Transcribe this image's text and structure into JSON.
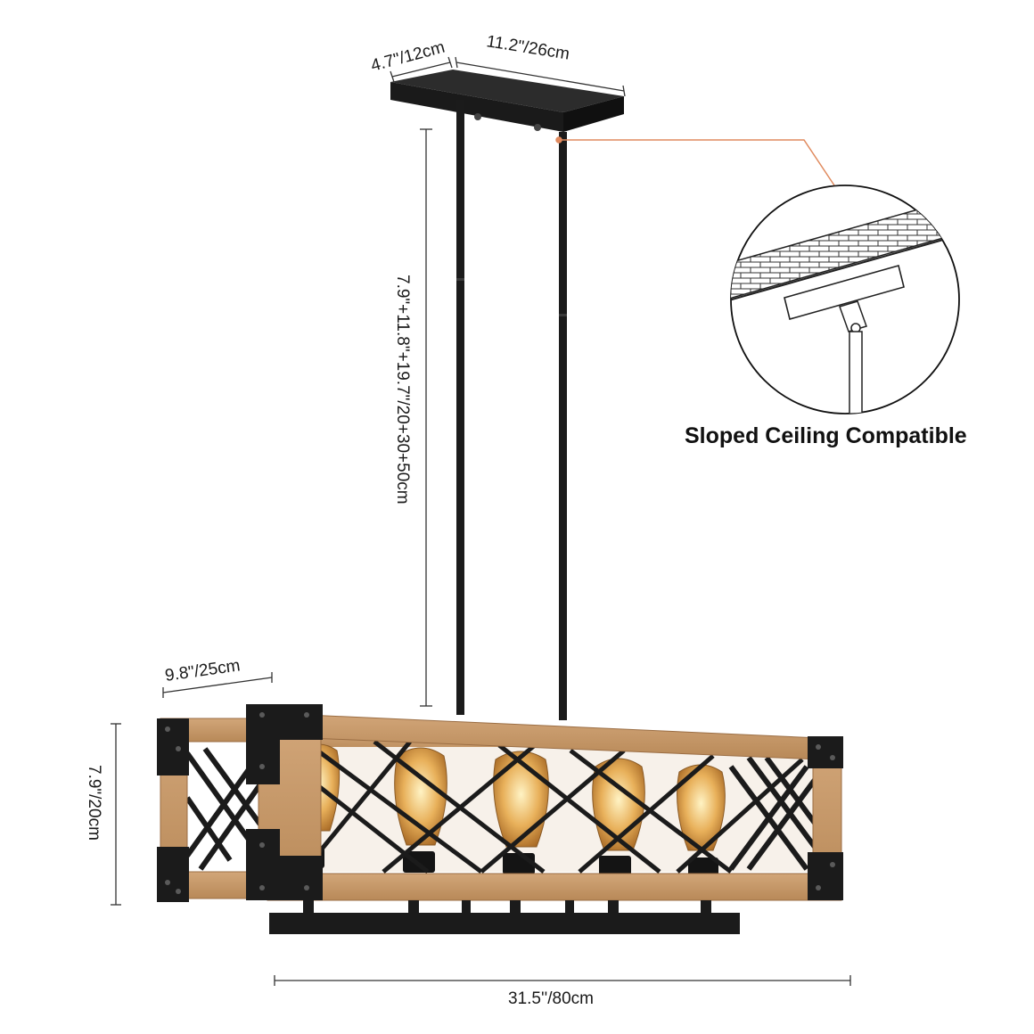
{
  "dimensions": {
    "canopy_depth": "4.7\"/12cm",
    "canopy_width": "11.2\"/26cm",
    "rod_length": "7.9\"+11.8\"+19.7\"/20+30+50cm",
    "body_depth": "9.8\"/25cm",
    "body_height": "7.9\"/20cm",
    "body_length": "31.5''/80cm"
  },
  "callout": {
    "title": "Sloped Ceiling Compatible"
  },
  "colors": {
    "metal": "#1b1b1b",
    "wood": "#c79a6c",
    "wood_dark": "#a87b50",
    "glow": "#f2c26b",
    "callout_line": "#e08a5e"
  },
  "fixture": {
    "bulb_count": 5
  }
}
